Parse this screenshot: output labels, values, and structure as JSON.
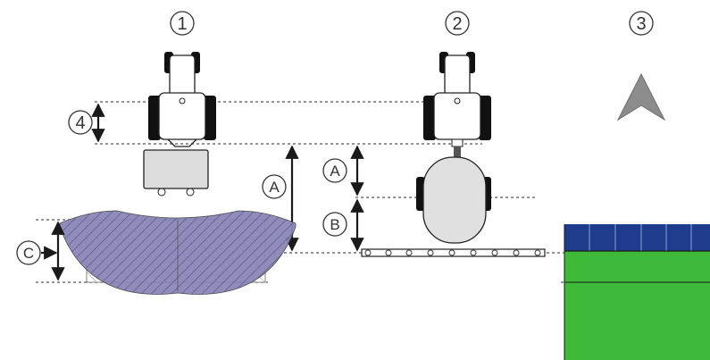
{
  "markers": {
    "one": "1",
    "two": "2",
    "three": "3",
    "four": "4",
    "a_left": "A",
    "a_right": "A",
    "b": "B",
    "c": "C"
  },
  "colors": {
    "implement_fill": "#8b86b8",
    "field_green": "#3fb93a",
    "field_blue": "#1f3b8c",
    "arrow_gray": "#8c8c8c"
  },
  "icons": [
    "tractor-icon",
    "north-arrow-icon",
    "boom-sprayer-icon",
    "trailed-sprayer-icon"
  ]
}
